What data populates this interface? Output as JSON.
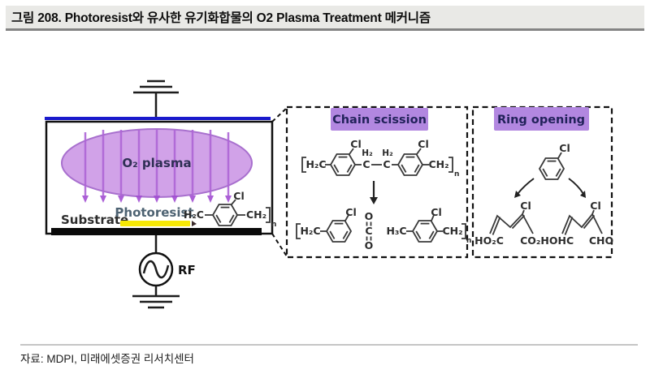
{
  "title": "그림 208. Photoresist와 유사한 유기화합물의 O2 Plasma Treatment 메커니즘",
  "source": "자료: MDPI, 미래에셋증권 리서치센터",
  "chamber": {
    "plasma_label": "O₂ plasma",
    "photoresist_label": "Photoresist",
    "substrate_label": "Substrate",
    "rf_label": "RF"
  },
  "boxes": {
    "chain_scission": {
      "header": "Chain scission"
    },
    "ring_opening": {
      "header": "Ring opening"
    }
  },
  "chem": {
    "cl": "Cl",
    "h2c": "H₂C",
    "ch2": "CH₂",
    "h3c": "H₃C",
    "h2": "H₂",
    "c": "C",
    "o": "O",
    "n": "n",
    "ho2c": "HO₂C",
    "co2h": "CO₂H",
    "ohc": "OHC",
    "cho": "CHO"
  },
  "colors": {
    "plasma_fill": "#ca92e4",
    "plasma_stroke": "#9a58c6",
    "arrow_purple": "#ae66d6",
    "arrowhead_purple": "#a24ed2",
    "electrode_blue": "#1a1acc",
    "photoresist_yellow": "#f6e805",
    "header_purple": "#b287e0",
    "header_text": "#22225a"
  }
}
